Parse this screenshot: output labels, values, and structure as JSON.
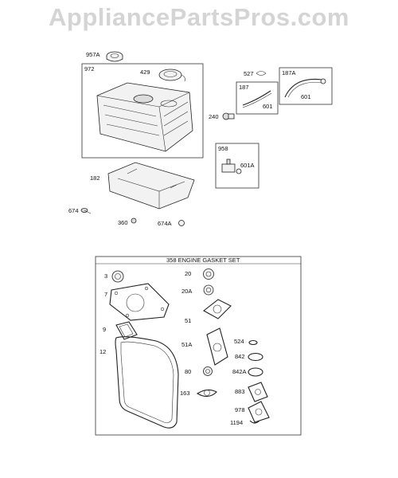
{
  "watermark": "AppliancePartsPros.com",
  "labels": {
    "p957A": "957A",
    "p972": "972",
    "p429": "429",
    "p527": "527",
    "p187": "187",
    "p187A": "187A",
    "p601a": "601",
    "p601b": "601",
    "p240": "240",
    "p958": "958",
    "p601A": "601A",
    "p182": "182",
    "p674": "674",
    "p360": "360",
    "p674A": "674A",
    "gasket_set_title": "358 ENGINE GASKET SET",
    "p3": "3",
    "p7": "7",
    "p9": "9",
    "p12": "12",
    "p20": "20",
    "p20A": "20A",
    "p51": "51",
    "p51A": "51A",
    "p80": "80",
    "p163": "163",
    "p524": "524",
    "p842": "842",
    "p842A": "842A",
    "p883": "883",
    "p978": "978",
    "p1194": "1194"
  }
}
